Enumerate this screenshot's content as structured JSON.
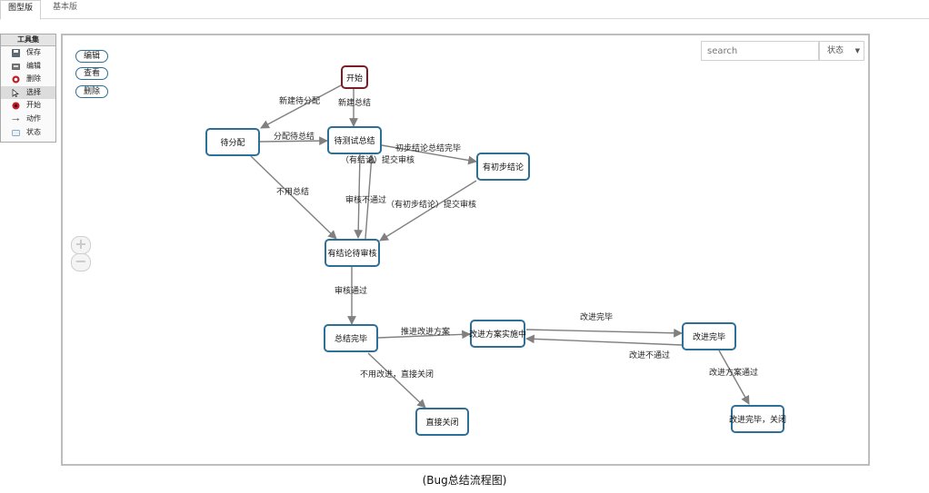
{
  "tabs": [
    {
      "label": "图型版",
      "active": true
    },
    {
      "label": "基本版",
      "active": false
    }
  ],
  "toolbox": {
    "title": "工具集",
    "items": [
      {
        "label": "保存",
        "icon": "save-icon"
      },
      {
        "label": "编辑",
        "icon": "edit-icon"
      },
      {
        "label": "删除",
        "icon": "delete-icon"
      },
      {
        "label": "选择",
        "icon": "pointer-icon",
        "selected": true
      },
      {
        "label": "开始",
        "icon": "start-icon"
      },
      {
        "label": "动作",
        "icon": "arrow-icon"
      },
      {
        "label": "状态",
        "icon": "state-icon"
      }
    ]
  },
  "canvas_buttons": {
    "edit": "编辑",
    "view": "查看",
    "delete": "删除"
  },
  "search": {
    "placeholder": "search"
  },
  "status_filter": {
    "label": "状态"
  },
  "zoom": {
    "in": "+",
    "out": "−"
  },
  "flow": {
    "nodes": {
      "start": "开始",
      "pending": "待分配",
      "pending_summary": "待测试总结",
      "prelim": "有初步结论",
      "review": "有结论待审核",
      "done": "总结完毕",
      "improving": "改进方案实施中",
      "improved": "改进完毕",
      "closed": "直接关闭",
      "improved_closed": "改进完毕，关闭"
    },
    "edges": {
      "new_pending": "新建待分配",
      "new_summary": "新建总结",
      "assign_summary": "分配待总结",
      "prelim_done": "初步结论总结完毕",
      "submit_with_conclusion": "（有结论）提交审核",
      "no_summary": "不用总结",
      "review_fail": "审核不通过",
      "submit_prelim": "（有初步结论）提交审核",
      "review_pass": "审核通过",
      "push_improve": "推进改进方案",
      "improve_done": "改进完毕",
      "improve_fail": "改进不通过",
      "improve_pass": "改进方案通过",
      "no_improve_close": "不用改进，直接关闭"
    }
  },
  "colors": {
    "node_border": "#2d6f96",
    "start_border": "#7a1d24",
    "edge": "#808080"
  },
  "caption": "(Bug总结流程图)"
}
